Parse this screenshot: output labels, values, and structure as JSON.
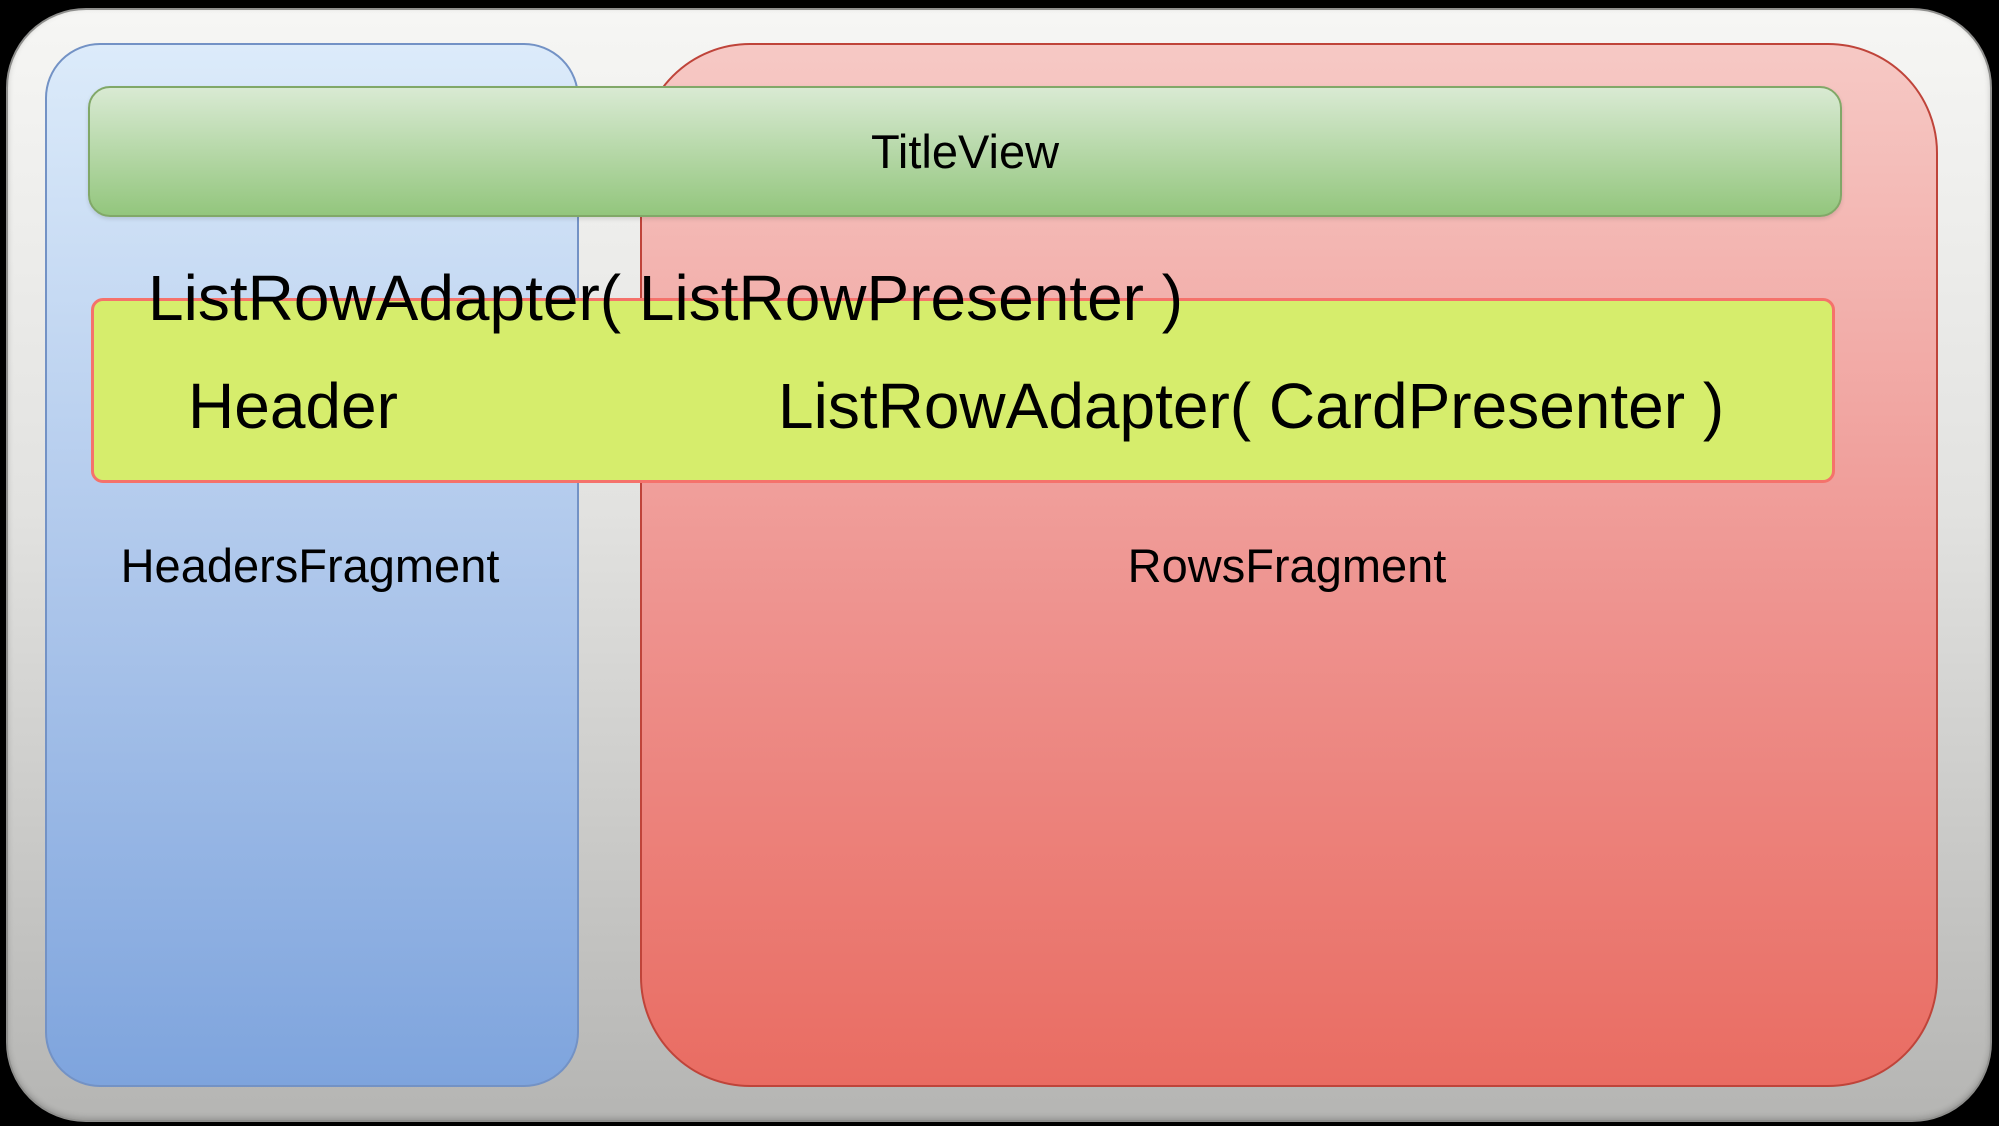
{
  "diagram": {
    "title_view": {
      "label": "TitleView"
    },
    "headers_fragment": {
      "label": "HeadersFragment"
    },
    "rows_fragment": {
      "label": "RowsFragment"
    },
    "list_row_adapter_presenter": {
      "label": "ListRowAdapter( ListRowPresenter )"
    },
    "list_row": {
      "header_label": "Header",
      "card_adapter_label": "ListRowAdapter( CardPresenter )"
    }
  },
  "colors": {
    "text": "#000000",
    "outer_top": "#f6f6f4",
    "outer_bottom": "#b5b5b3",
    "outer_border": "#8f8f8d",
    "blue_top": "#dcebfa",
    "blue_bottom": "#7ea4dd",
    "blue_border": "#7392c5",
    "red_top": "#f6c9c5",
    "red_bottom": "#e96c62",
    "red_border": "#bf443a",
    "green_top": "#d9ead3",
    "green_bottom": "#93c67d",
    "green_border": "#81a868",
    "yellow_fill": "#d6ed6c",
    "yellow_border": "#f5726b"
  }
}
